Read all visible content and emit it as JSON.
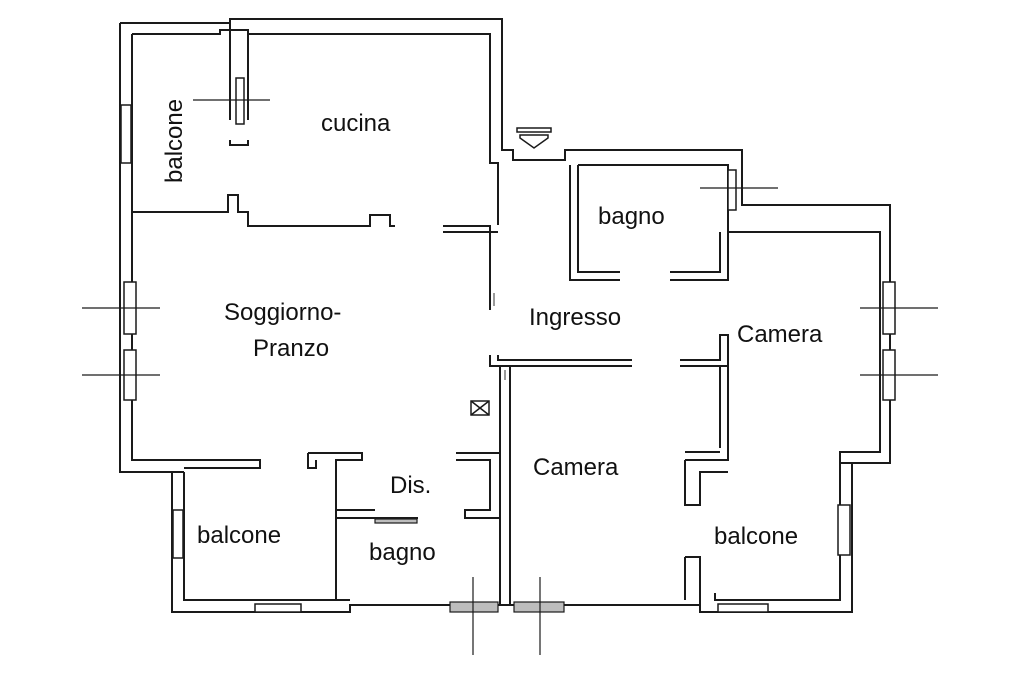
{
  "labels": {
    "balcone_nw": "balcone",
    "cucina": "cucina",
    "bagno_n": "bagno",
    "soggiorno_line1": "Soggiorno-",
    "soggiorno_line2": "Pranzo",
    "ingresso": "Ingresso",
    "camera_e": "Camera",
    "camera_s": "Camera",
    "dis": "Dis.",
    "balcone_sw": "balcone",
    "bagno_s": "bagno",
    "balcone_se": "balcone"
  }
}
